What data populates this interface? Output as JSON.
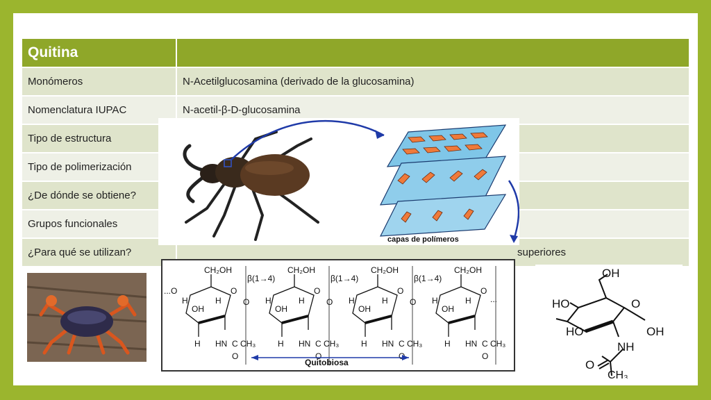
{
  "table": {
    "title": "Quitina",
    "rows": [
      {
        "label": "Monómeros",
        "value": "N-Acetilglucosamina (derivado de la glucosamina)"
      },
      {
        "label": "Nomenclatura IUPAC",
        "value": "N-acetil-β-D-glucosamina"
      },
      {
        "label": "Tipo de estructura",
        "value": ""
      },
      {
        "label": "Tipo de polimerización",
        "value": ""
      },
      {
        "label": "¿De dónde se obtiene?",
        "value": ""
      },
      {
        "label": "Grupos funcionales",
        "value": ""
      },
      {
        "label": "¿Para qué se utilizan?",
        "value": "superiores"
      }
    ]
  },
  "figure": {
    "layers_caption": "capas de polímeros",
    "chain_caption": "Quitobiosa",
    "chain_labels": {
      "ch2oh": "CH₂OH",
      "o": "O",
      "oh": "OH",
      "h": "H",
      "hn": "HN",
      "c": "C",
      "ch3": "CH₃",
      "link": "β(1→4)",
      "start": "...O",
      "end": "..."
    },
    "glucosamine_labels": {
      "oh": "OH",
      "ho": "HO",
      "o": "O",
      "nh": "NH",
      "ch3": "CH₃"
    }
  }
}
